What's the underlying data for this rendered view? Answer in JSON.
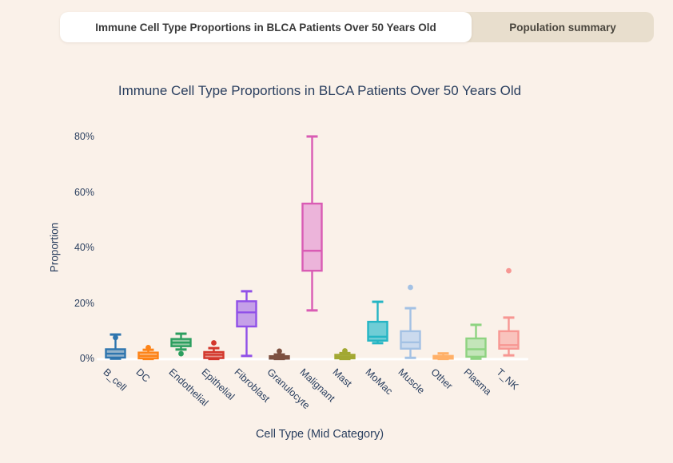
{
  "tabs": [
    {
      "label": "Immune Cell Type Proportions in BLCA Patients Over 50 Years Old",
      "active": true
    },
    {
      "label": "Population summary",
      "active": false
    }
  ],
  "colors": {
    "background": "#faf1e9",
    "tab_bar": "#e8decd",
    "tab_active_bg": "#ffffff",
    "text": "#2a3f5f",
    "axis_line": "#ffffff"
  },
  "chart_data": {
    "type": "box",
    "title": "Immune Cell Type Proportions in BLCA Patients Over 50 Years Old",
    "xlabel": "Cell Type (Mid Category)",
    "ylabel": "Proportion",
    "ylim": [
      0,
      84
    ],
    "grid": false,
    "legend": "none",
    "yticks": [
      {
        "value": 0,
        "label": "0%"
      },
      {
        "value": 20,
        "label": "20%"
      },
      {
        "value": 40,
        "label": "40%"
      },
      {
        "value": 60,
        "label": "60%"
      },
      {
        "value": 80,
        "label": "80%"
      }
    ],
    "categories": [
      "B_cell",
      "DC",
      "Endothelial",
      "Epithelial",
      "Fibroblast",
      "Granulocyte",
      "Malignant",
      "Mast",
      "MoMac",
      "Muscle",
      "Other",
      "Plasma",
      "T_NK"
    ],
    "series": [
      {
        "category": "B_cell",
        "color": "#2e75ae",
        "fill": "#94b3cb",
        "low": 0.2,
        "q1": 0.6,
        "median": 2.0,
        "q3": 3.6,
        "high": 8.9,
        "outliers": [
          7.8
        ]
      },
      {
        "category": "DC",
        "color": "#fd8317",
        "fill": "#fbba80",
        "low": 0.1,
        "q1": 0.3,
        "median": 1.2,
        "q3": 2.4,
        "high": 3.4,
        "outliers": [
          4.2
        ]
      },
      {
        "category": "Endothelial",
        "color": "#2b9e5e",
        "fill": "#92c8a3",
        "low": 3.5,
        "q1": 4.7,
        "median": 6.0,
        "q3": 7.3,
        "high": 9.2,
        "outliers": [
          2.0
        ]
      },
      {
        "category": "Epithelial",
        "color": "#d3372c",
        "fill": "#e6948a",
        "low": 0.1,
        "q1": 0.4,
        "median": 1.6,
        "q3": 2.6,
        "high": 4.0,
        "outliers": [
          5.9
        ]
      },
      {
        "category": "Fibroblast",
        "color": "#9050e8",
        "fill": "#c5a0e8",
        "low": 1.2,
        "q1": 11.8,
        "median": 16.9,
        "q3": 20.9,
        "high": 24.5,
        "outliers": []
      },
      {
        "category": "Granulocyte",
        "color": "#7d5040",
        "fill": "#bba193",
        "low": 0.1,
        "q1": 0.2,
        "median": 0.6,
        "q3": 1.1,
        "high": 1.7,
        "outliers": [
          2.9
        ]
      },
      {
        "category": "Malignant",
        "color": "#d95cb4",
        "fill": "#ecb4da",
        "low": 17.6,
        "q1": 31.9,
        "median": 39.1,
        "q3": 56.1,
        "high": 80.3,
        "outliers": []
      },
      {
        "category": "Mast",
        "color": "#a2a832",
        "fill": "#cfcb8d",
        "low": 0.1,
        "q1": 0.3,
        "median": 0.9,
        "q3": 1.6,
        "high": 2.2,
        "outliers": [
          3.0
        ]
      },
      {
        "category": "MoMac",
        "color": "#25b5c4",
        "fill": "#6fcdd6",
        "low": 5.8,
        "q1": 6.7,
        "median": 8.1,
        "q3": 13.5,
        "high": 20.7,
        "outliers": []
      },
      {
        "category": "Muscle",
        "color": "#a3c1e4",
        "fill": "#cbdaee",
        "low": 0.5,
        "q1": 3.8,
        "median": 6.1,
        "q3": 10.1,
        "high": 18.4,
        "outliers": [
          25.9
        ]
      },
      {
        "category": "Other",
        "color": "#ffb068",
        "fill": "#fcd5ac",
        "low": 0.1,
        "q1": 0.2,
        "median": 0.6,
        "q3": 1.2,
        "high": 2.1,
        "outliers": []
      },
      {
        "category": "Plasma",
        "color": "#8ed381",
        "fill": "#c3e5b9",
        "low": 0.2,
        "q1": 0.9,
        "median": 3.6,
        "q3": 7.5,
        "high": 12.4,
        "outliers": []
      },
      {
        "category": "T_NK",
        "color": "#f79793",
        "fill": "#f9c3bd",
        "low": 1.4,
        "q1": 3.8,
        "median": 5.1,
        "q3": 10.1,
        "high": 15.0,
        "outliers": [
          31.9
        ]
      }
    ]
  }
}
